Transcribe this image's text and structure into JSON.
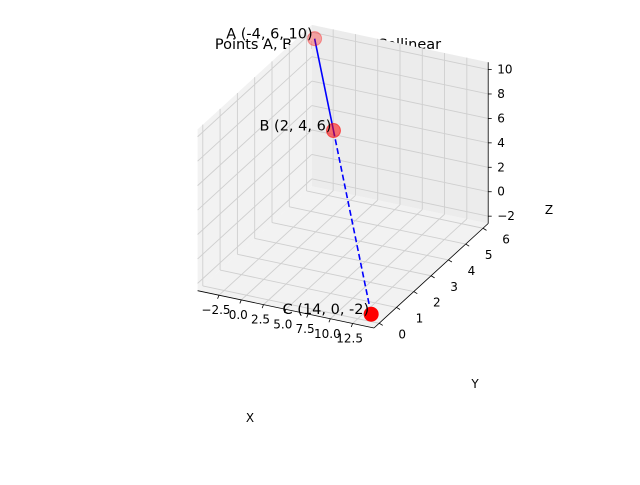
{
  "chart_data": {
    "type": "scatter",
    "title": "Points A, B, and C Are Collinear",
    "xlabel": "X",
    "ylabel": "Y",
    "zlabel": "Z",
    "xticks": [
      -2.5,
      0.0,
      2.5,
      5.0,
      7.5,
      10.0,
      12.5
    ],
    "yticks": [
      0,
      1,
      2,
      3,
      4,
      5,
      6
    ],
    "zticks": [
      -2,
      0,
      2,
      4,
      6,
      8,
      10
    ],
    "xtick_labels": [
      "−2.5",
      "0.0",
      "2.5",
      "5.0",
      "7.5",
      "10.0",
      "12.5"
    ],
    "ytick_labels": [
      "0",
      "1",
      "2",
      "3",
      "4",
      "5",
      "6"
    ],
    "ztick_labels": [
      "−2",
      "0",
      "2",
      "4",
      "6",
      "8",
      "10"
    ],
    "xlim": [
      -4.9,
      14.9
    ],
    "ylim": [
      -0.3,
      6.3
    ],
    "zlim": [
      -2.6,
      10.6
    ],
    "grid": true,
    "points": [
      {
        "label": "A (-4, 6, 10)",
        "x": -4,
        "y": 6,
        "z": 10,
        "color": "#ff0000"
      },
      {
        "label": "B (2, 4, 6)",
        "x": 2,
        "y": 4,
        "z": 6,
        "color": "#ff0000"
      },
      {
        "label": "C (14, 0, -2)",
        "x": 14,
        "y": 0,
        "z": -2,
        "color": "#ff0000"
      }
    ],
    "lines": [
      {
        "from": "A",
        "to": "B",
        "style": "solid",
        "color": "#0000ff"
      },
      {
        "from": "B",
        "to": "C",
        "style": "dashed",
        "color": "#0000ff"
      }
    ]
  }
}
